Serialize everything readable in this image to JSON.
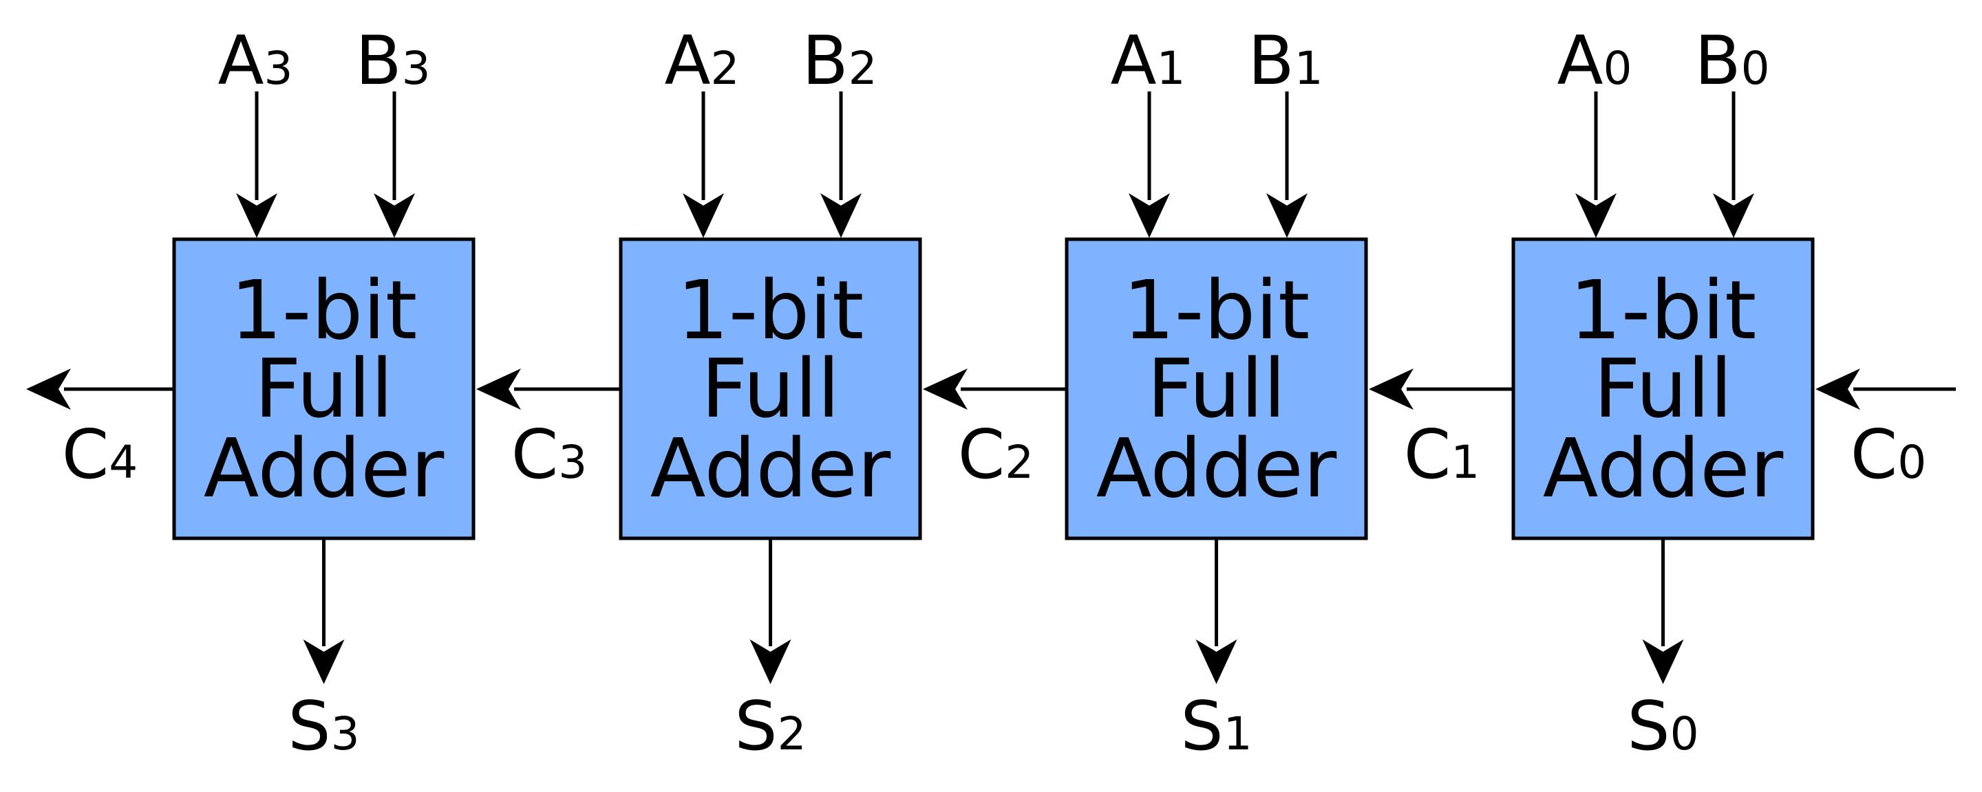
{
  "diagram": {
    "block_label_lines": [
      "1-bit",
      "Full",
      "Adder"
    ],
    "colors": {
      "block_fill": "#80b3ff",
      "stroke": "#000000",
      "background": "#ffffff"
    },
    "adders": [
      {
        "a": {
          "main": "A",
          "sub": "3"
        },
        "b": {
          "main": "B",
          "sub": "3"
        },
        "s": {
          "main": "S",
          "sub": "3"
        },
        "c_out": {
          "main": "C",
          "sub": "4"
        }
      },
      {
        "a": {
          "main": "A",
          "sub": "2"
        },
        "b": {
          "main": "B",
          "sub": "2"
        },
        "s": {
          "main": "S",
          "sub": "2"
        },
        "c_out": {
          "main": "C",
          "sub": "3"
        }
      },
      {
        "a": {
          "main": "A",
          "sub": "1"
        },
        "b": {
          "main": "B",
          "sub": "1"
        },
        "s": {
          "main": "S",
          "sub": "1"
        },
        "c_out": {
          "main": "C",
          "sub": "2"
        }
      },
      {
        "a": {
          "main": "A",
          "sub": "0"
        },
        "b": {
          "main": "B",
          "sub": "0"
        },
        "s": {
          "main": "S",
          "sub": "0"
        },
        "c_out": {
          "main": "C",
          "sub": "1"
        }
      }
    ],
    "carry_in": {
      "main": "C",
      "sub": "0"
    }
  }
}
